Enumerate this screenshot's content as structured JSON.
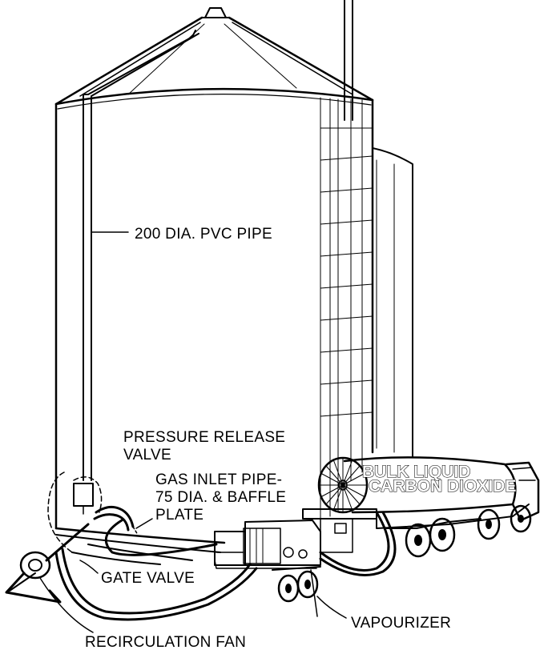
{
  "labels": {
    "pvc_pipe": "200 DIA. PVC PIPE",
    "pressure_release_line1": "PRESSURE RELEASE",
    "pressure_release_line2": "VALVE",
    "gas_inlet_line1": "GAS INLET PIPE-",
    "gas_inlet_line2": "75 DIA. & BAFFLE",
    "gas_inlet_line3": "PLATE",
    "gate_valve": "GATE VALVE",
    "vapourizer": "VAPOURIZER",
    "recirculation_fan": "RECIRCULATION FAN",
    "tanker_line1": "BULK LIQUID",
    "tanker_line2": "CARBON DIOXIDE"
  },
  "colors": {
    "ink": "#000000",
    "background": "#ffffff"
  }
}
